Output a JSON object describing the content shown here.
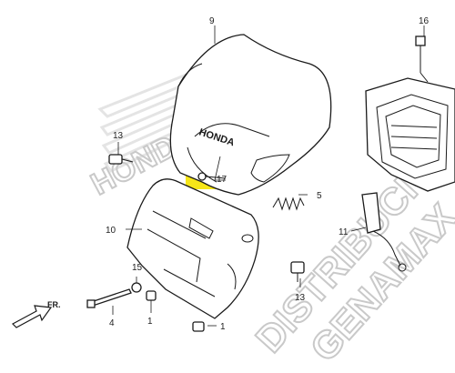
{
  "diagram": {
    "watermark_honda": "HONDA",
    "watermark_distribucion": "DISTRIBUCIÓN",
    "watermark_genamax": "GENAMAX",
    "visor_logo": "HONDA",
    "direction_label": "FR.",
    "highlight_color": "#f5e300",
    "callouts": {
      "c1_left": "1",
      "c1_bottom": "1",
      "c4": "4",
      "c5": "5",
      "c9": "9",
      "c10": "10",
      "c11": "11",
      "c13_left": "13",
      "c13_right": "13",
      "c15": "15",
      "c16": "16",
      "c17": "17"
    }
  }
}
